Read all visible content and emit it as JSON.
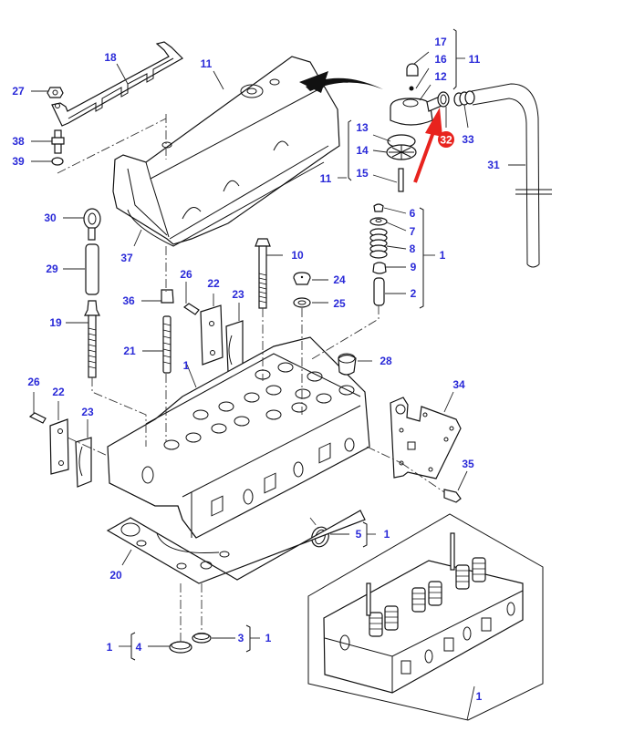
{
  "diagram": {
    "title": "Cylinder head exploded view",
    "label_color": "#2a2ad8",
    "highlight_color": "#e8231e",
    "highlighted_part": "32",
    "labels": {
      "p18": "18",
      "p11a": "11",
      "p27": "27",
      "p38": "38",
      "p39": "39",
      "p30": "30",
      "p37": "37",
      "p29": "29",
      "p19": "19",
      "p36": "36",
      "p21": "21",
      "p26a": "26",
      "p22a": "22",
      "p23a": "23",
      "p10": "10",
      "p24": "24",
      "p25": "25",
      "p1a": "1",
      "p26b": "26",
      "p22b": "22",
      "p23b": "23",
      "p17": "17",
      "p16": "16",
      "p12": "12",
      "p11b": "11",
      "p13": "13",
      "p14": "14",
      "p15": "15",
      "p11c": "11",
      "p32": "32",
      "p33": "33",
      "p31": "31",
      "p6": "6",
      "p7": "7",
      "p8": "8",
      "p9": "9",
      "p2": "2",
      "p1b": "1",
      "p28": "28",
      "p34": "34",
      "p35": "35",
      "p5": "5",
      "p1c": "1",
      "p20": "20",
      "p4": "4",
      "p1d": "1",
      "p3": "3",
      "p1e": "1",
      "p1f": "1"
    }
  }
}
